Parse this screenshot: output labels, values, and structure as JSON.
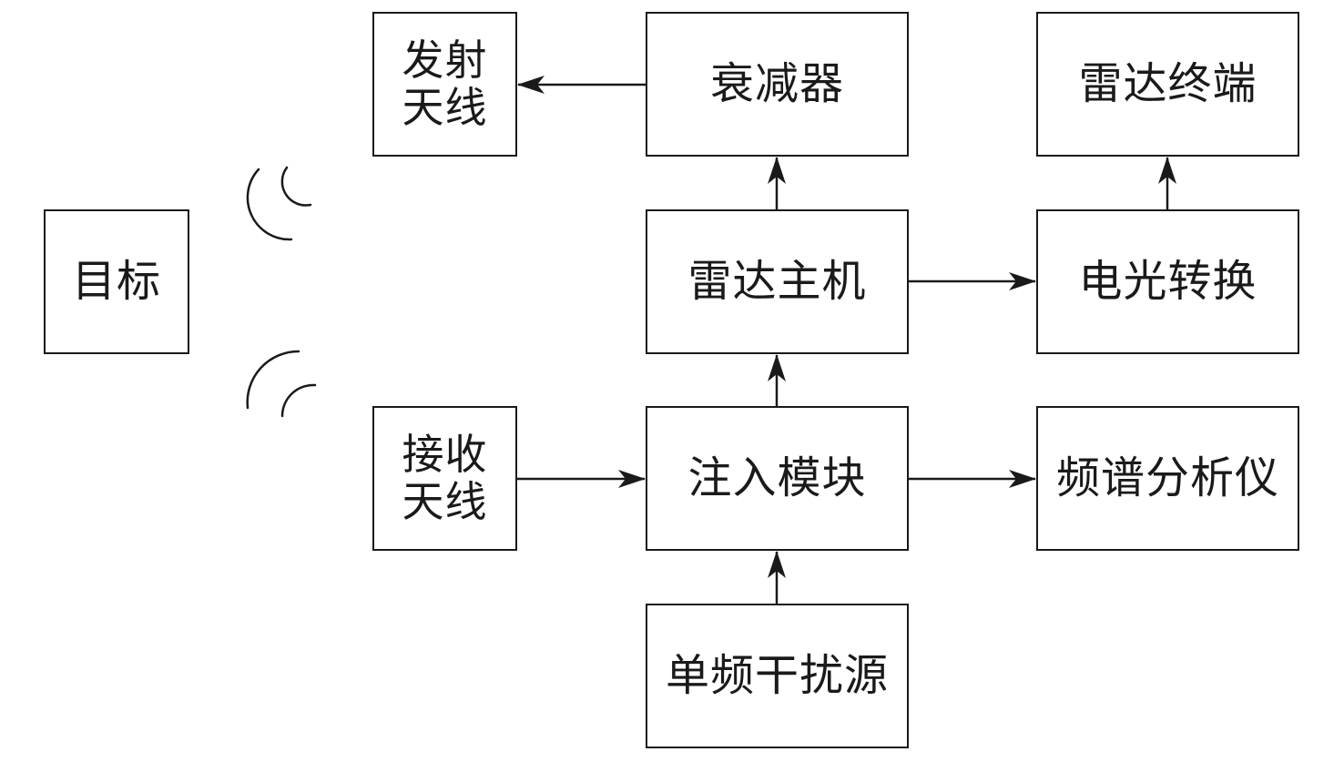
{
  "diagram": {
    "nodes": {
      "target": "目标",
      "tx_antenna": "发射天线",
      "attenuator": "衰减器",
      "radar_terminal": "雷达终端",
      "radar_host": "雷达主机",
      "eo_converter": "电光转换",
      "rx_antenna": "接收天线",
      "injection_module": "注入模块",
      "spectrum_analyzer": "频谱分析仪",
      "interference_source": "单频干扰源"
    },
    "edges": [
      {
        "from": "attenuator",
        "to": "tx_antenna"
      },
      {
        "from": "radar_host",
        "to": "attenuator"
      },
      {
        "from": "eo_converter",
        "to": "radar_terminal"
      },
      {
        "from": "radar_host",
        "to": "eo_converter"
      },
      {
        "from": "injection_module",
        "to": "radar_host"
      },
      {
        "from": "rx_antenna",
        "to": "injection_module"
      },
      {
        "from": "injection_module",
        "to": "spectrum_analyzer"
      },
      {
        "from": "interference_source",
        "to": "injection_module"
      }
    ],
    "icons": [
      "radio-wave-outgoing-icon",
      "radio-wave-incoming-icon"
    ],
    "colors": {
      "stroke": "#1a1a1a",
      "background": "#ffffff"
    }
  }
}
